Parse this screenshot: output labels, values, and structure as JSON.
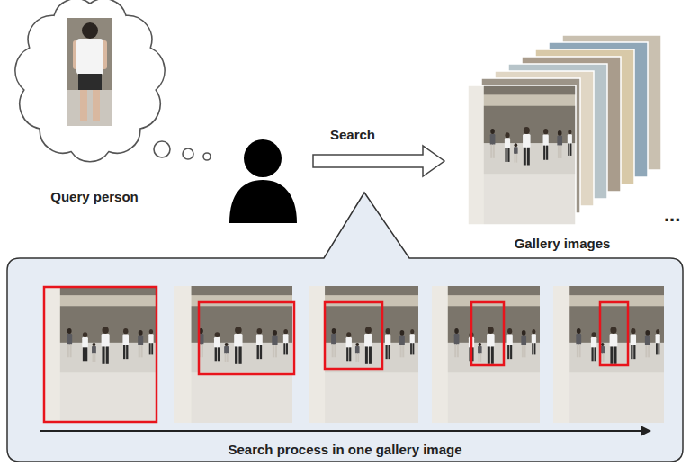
{
  "diagram": {
    "nodes": [
      {
        "text": [
          "Query person"
        ]
      },
      {
        "text": [
          "Gallery images"
        ]
      },
      {
        "text": [
          "Search process in one gallery image"
        ]
      }
    ],
    "labels": [
      "Search",
      "..."
    ]
  }
}
